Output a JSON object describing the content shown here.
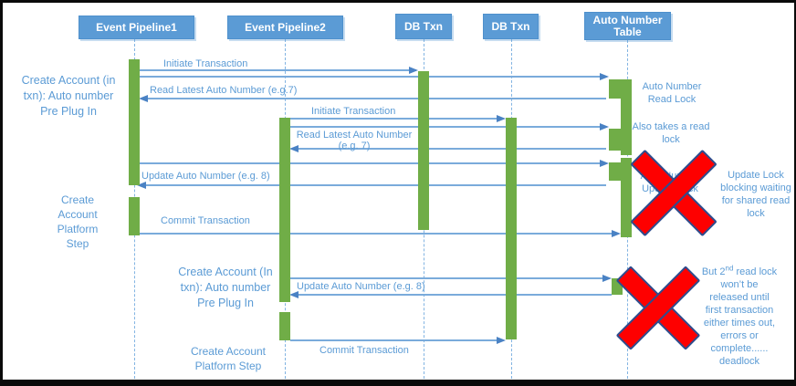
{
  "actors": [
    {
      "id": "event-pipeline-1",
      "label": "Event Pipeline1"
    },
    {
      "id": "event-pipeline-2",
      "label": "Event Pipeline2"
    },
    {
      "id": "db-txn-1",
      "label": "DB Txn"
    },
    {
      "id": "db-txn-2",
      "label": "DB Txn"
    },
    {
      "id": "auto-number-table",
      "label": "Auto Number Table"
    }
  ],
  "step_labels": [
    {
      "id": "p1-plugin",
      "text": "Create Account (in\ntxn): Auto number\nPre Plug In"
    },
    {
      "id": "p1-platform",
      "text": "Create\nAccount\nPlatform\nStep"
    },
    {
      "id": "p2-plugin",
      "text": "Create Account (In\ntxn): Auto number\nPre Plug In"
    },
    {
      "id": "p2-platform",
      "text": "Create Account\nPlatform Step"
    }
  ],
  "messages": [
    {
      "label": "Initiate Transaction",
      "from": "Event Pipeline1",
      "to": "DB Txn"
    },
    {
      "label": "Read Latest Auto Number (e.g.7)",
      "from": "Auto Number Table",
      "to": "Event Pipeline1"
    },
    {
      "label": "Initiate Transaction",
      "from": "Event Pipeline2",
      "to": "DB Txn"
    },
    {
      "label": "Read Latest Auto Number\n(e.g. 7)",
      "from": "Auto Number Table",
      "to": "Event Pipeline2"
    },
    {
      "label": "Update Auto Number (e.g. 8)",
      "from": "Auto Number Table",
      "to": "Event Pipeline1"
    },
    {
      "label": "Commit Transaction",
      "from": "Event Pipeline1",
      "to": "Auto Number Table"
    },
    {
      "label": "Update Auto Number (e.g. 8)",
      "from": "Auto Number Table",
      "to": "Event Pipeline2"
    },
    {
      "label": "Commit Transaction",
      "from": "Event Pipeline2",
      "to": "DB Txn"
    }
  ],
  "annotations": [
    {
      "id": "read-lock",
      "text": "Auto Number\nRead Lock"
    },
    {
      "id": "also-read-lock",
      "text": "Also takes a read\nlock"
    },
    {
      "id": "update-lock",
      "text": "Auto Number\nUpdate Lock"
    },
    {
      "id": "update-blocking",
      "text": "Update Lock\nblocking waiting\nfor shared read\nlock"
    },
    {
      "id": "deadlock",
      "pre": "But 2",
      "sup": "nd",
      "post": " read lock",
      "rest": "won’t be\nreleased until\nfirst transaction\neither times out,\nerrors or\ncomplete......\ndeadlock"
    }
  ],
  "colors": {
    "actor_fill": "#5b9bd5",
    "actor_text": "#ffffff",
    "activation_fill": "#70ad47",
    "message_line": "#7aabdb",
    "arrowhead": "#4a82c4",
    "label_text": "#5b9bd5",
    "cross_fill": "#fe0000",
    "cross_border": "#2e4d8e",
    "background": "#ffffff",
    "frame": "#0a0a0a"
  }
}
